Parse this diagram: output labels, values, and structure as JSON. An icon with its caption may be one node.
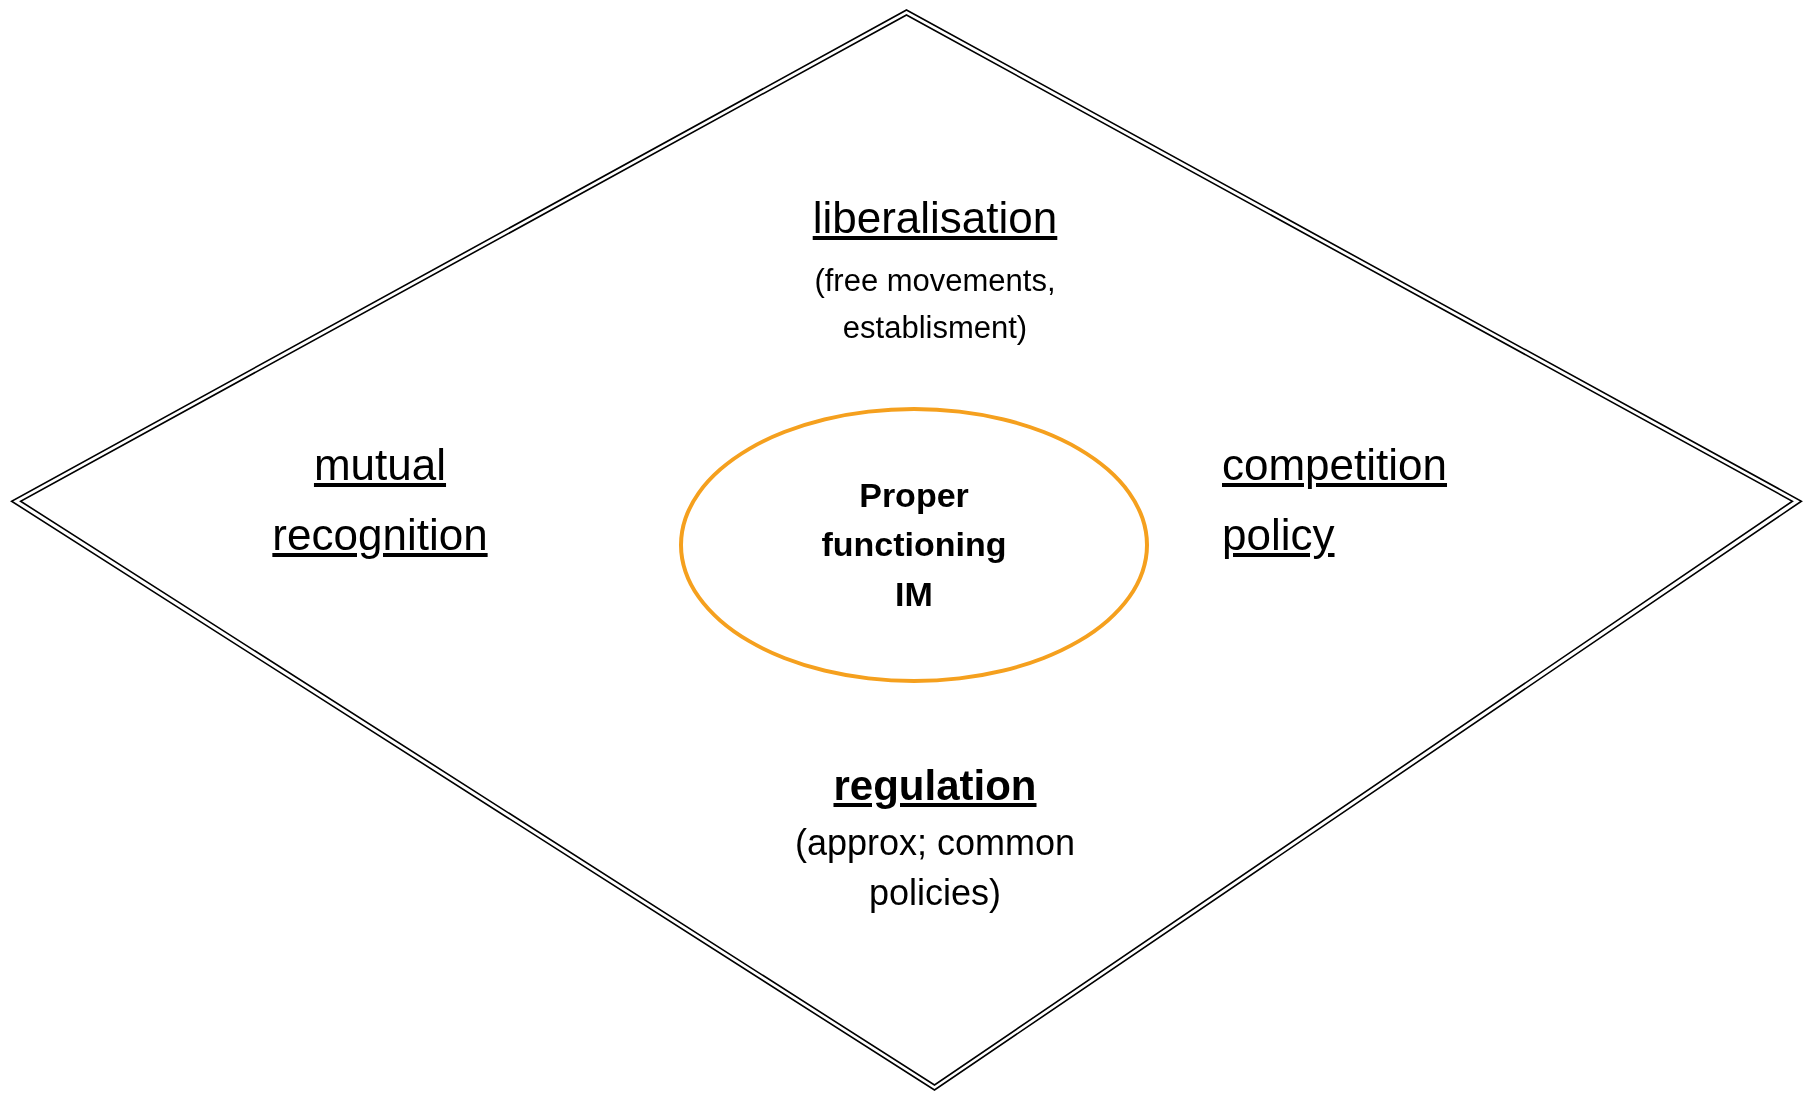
{
  "diagram": {
    "nodes": [
      {
        "text": [],
        "shape": "diamond"
      },
      {
        "text": [
          "Proper functioning IM"
        ],
        "in": 0
      }
    ],
    "labels": [
      "liberalisation",
      "(free movements, establisment)",
      "mutual recognition",
      "competition policy",
      "regulation",
      "(approx; common policies)"
    ]
  }
}
